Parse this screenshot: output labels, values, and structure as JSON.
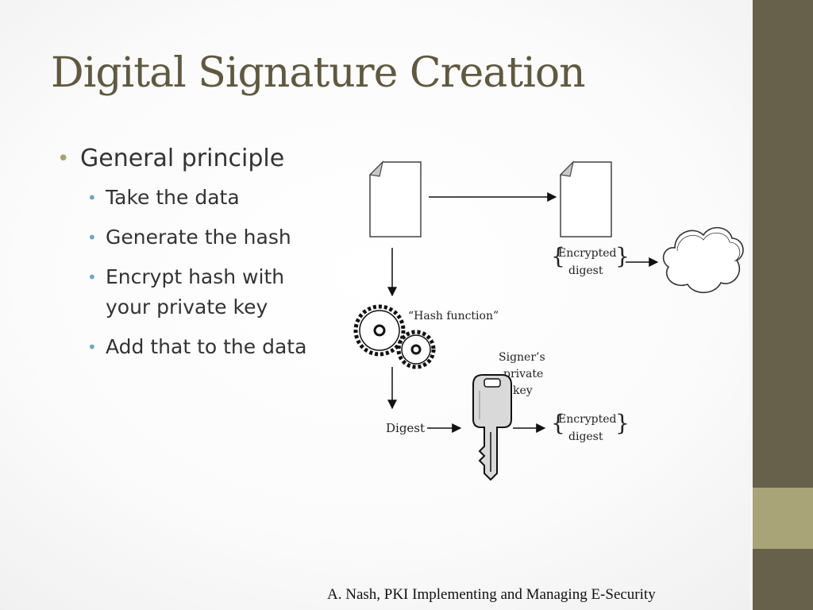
{
  "slide": {
    "title": "Digital Signature Creation",
    "bullets": {
      "main": "General principle",
      "items": [
        {
          "lines": [
            "Take the data"
          ]
        },
        {
          "lines": [
            "Generate the hash"
          ]
        },
        {
          "lines": [
            "Encrypt  hash with",
            "your private key"
          ]
        },
        {
          "lines": [
            "Add that to the data"
          ]
        }
      ]
    },
    "bullet_glyph": "•",
    "citation": "A. Nash, PKI Implementing and Managing E-Security"
  },
  "diagram": {
    "hash_function_label": "“Hash function”",
    "signers_key_label": [
      "Signer’s",
      "private",
      "key"
    ],
    "digest_label": "Digest",
    "encrypted_digest_top": [
      "Encrypted",
      "digest"
    ],
    "encrypted_digest_bottom": [
      "Encrypted",
      "digest"
    ]
  },
  "colors": {
    "title": "#5e5940",
    "sidebar": "#67604a",
    "sidebar_accent": "#a9a378",
    "bullet_main": "#a6a070",
    "bullet_sub": "#6fa7bb"
  }
}
